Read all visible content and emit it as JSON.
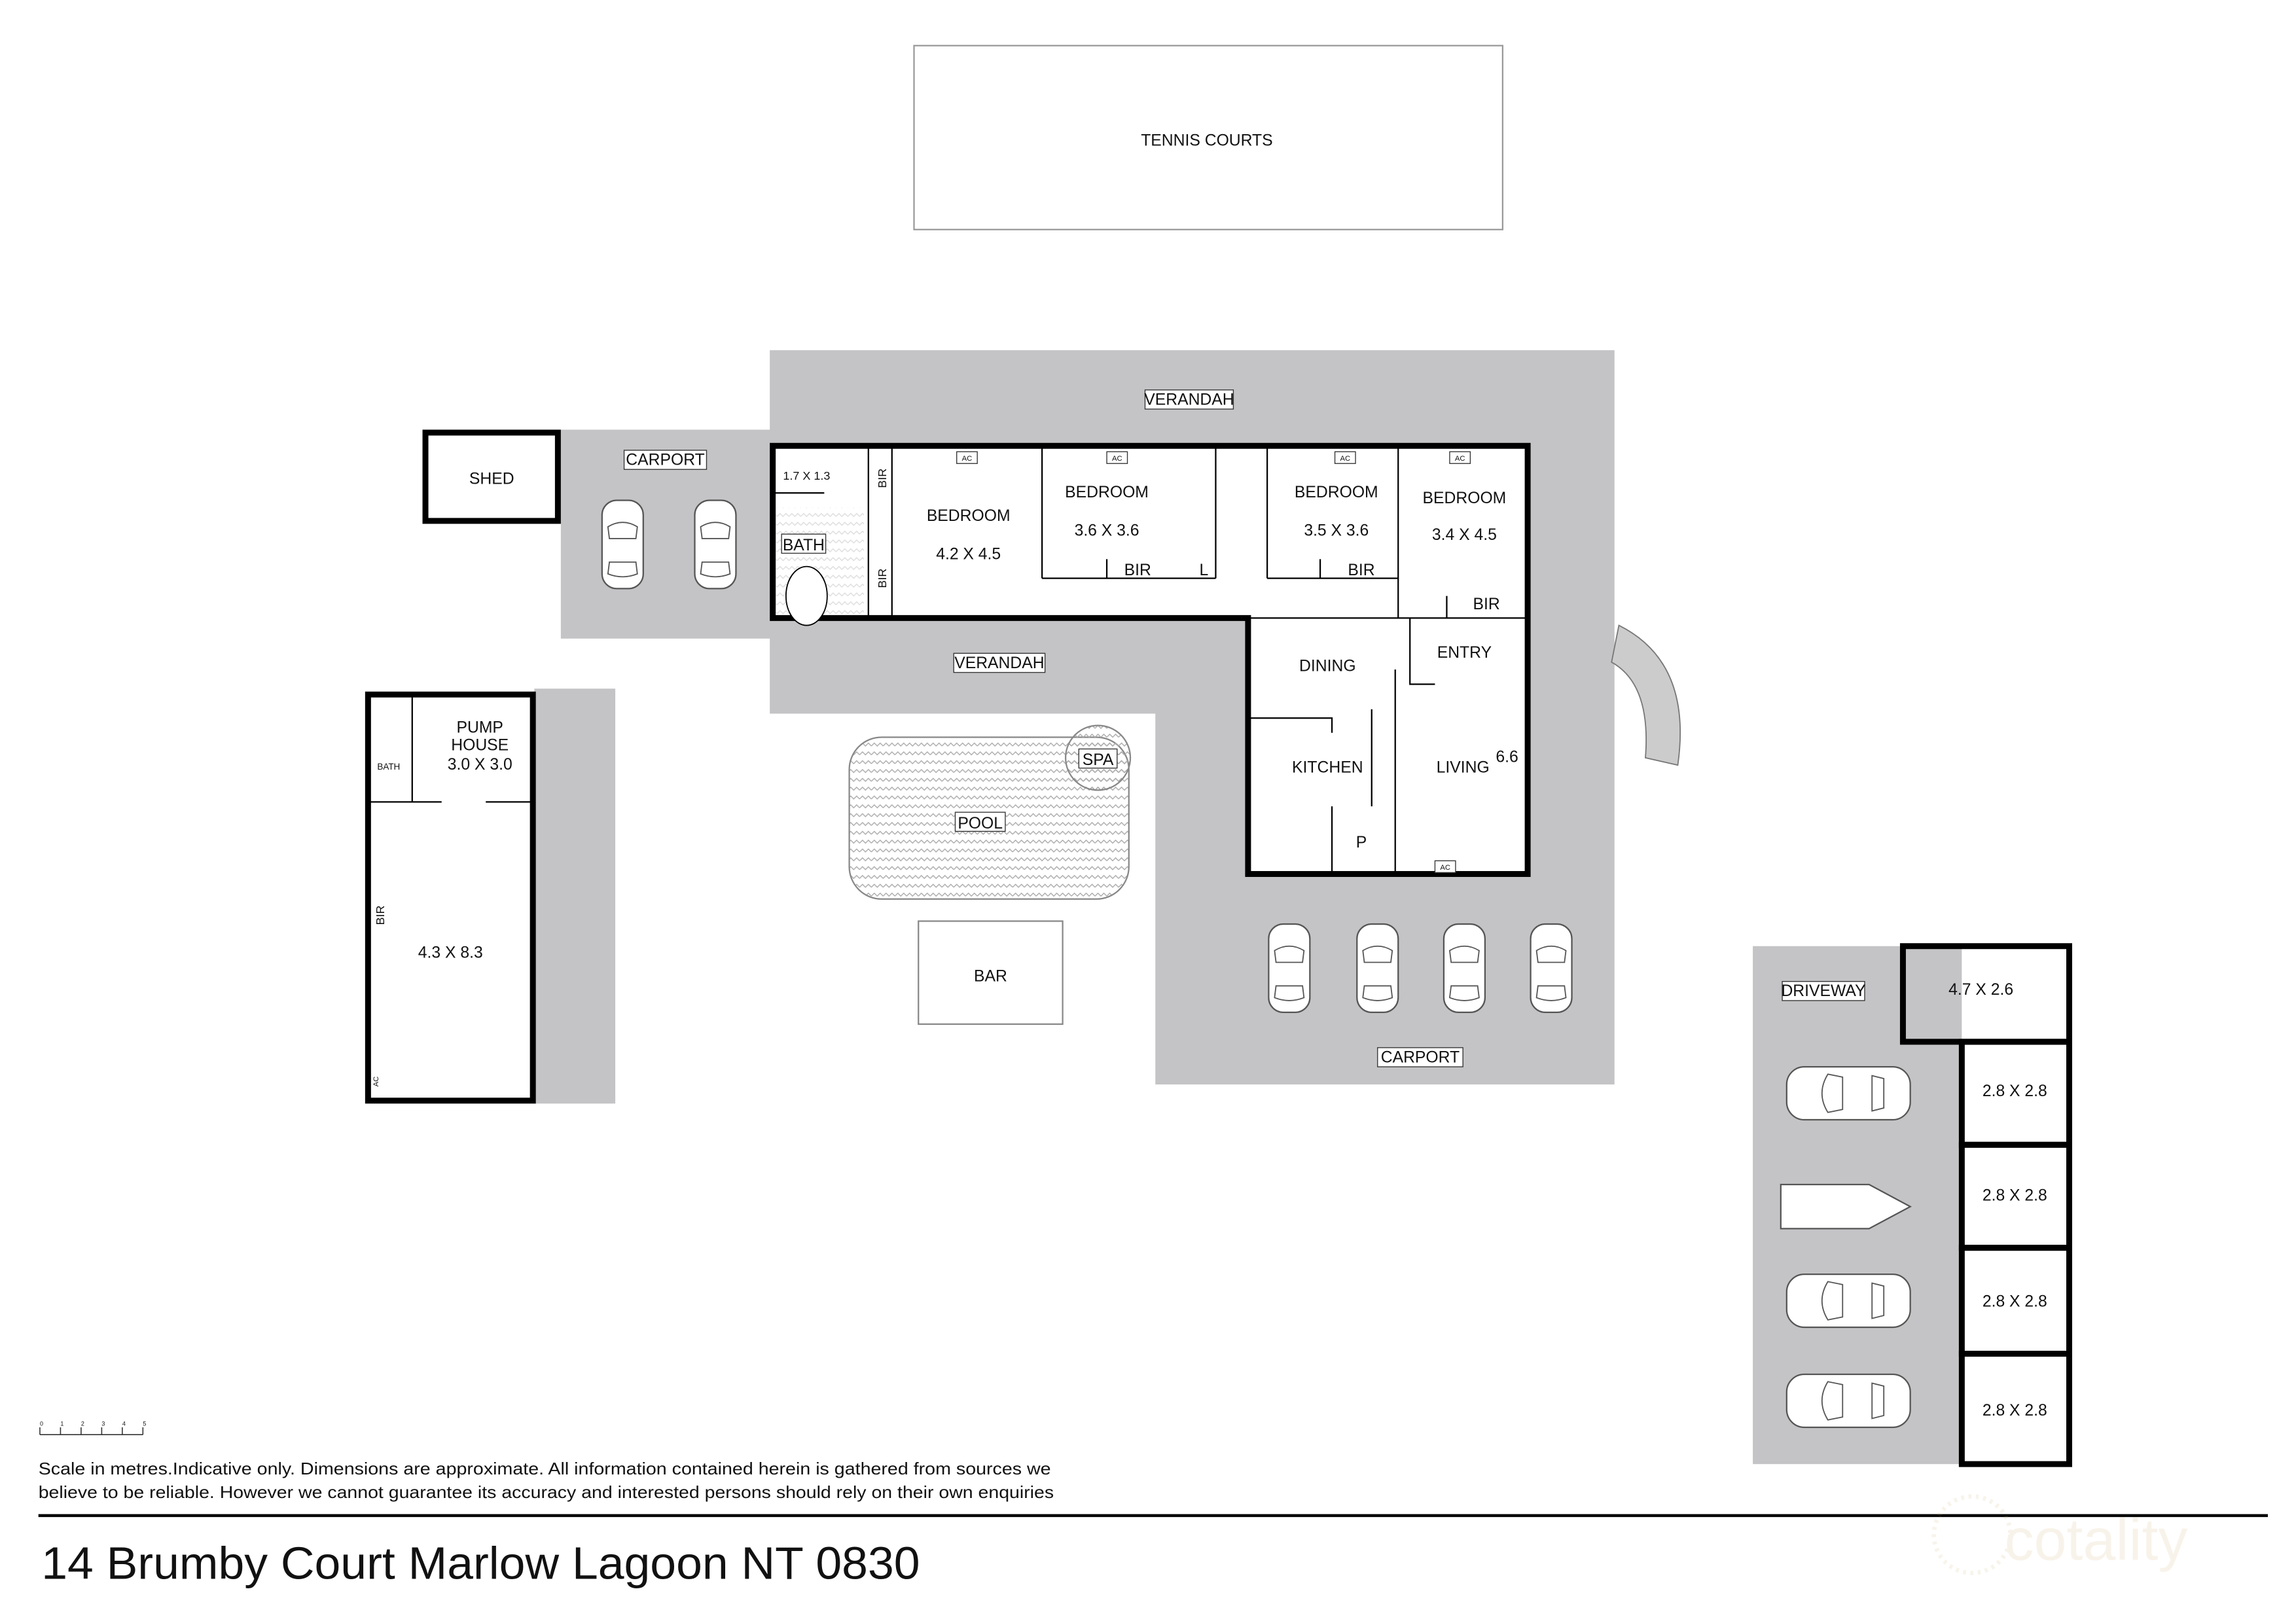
{
  "site": {
    "tennis": "TENNIS COURTS",
    "shed": "SHED",
    "carport_left": "CARPORT",
    "carport_main": "CARPORT",
    "verandah_top": "VERANDAH",
    "verandah_bottom": "VERANDAH",
    "pool": "POOL",
    "spa": "SPA",
    "bar": "BAR",
    "driveway": "DRIVEWAY"
  },
  "house": {
    "ensuite_dim": "1.7 X 1.3",
    "bath": "BATH",
    "bir": "BIR",
    "ac": "AC",
    "bed1": {
      "name": "BEDROOM",
      "dim": "4.2 X 4.5"
    },
    "bed2": {
      "name": "BEDROOM",
      "dim": "3.6 X 3.6"
    },
    "bed3": {
      "name": "BEDROOM",
      "dim": "3.5 X 3.6"
    },
    "bed4": {
      "name": "BEDROOM",
      "dim": "3.4 X 4.5"
    },
    "laundry": "L",
    "dining": "DINING",
    "entry": "ENTRY",
    "kitchen": "KITCHEN",
    "pantry": "P",
    "living": "LIVING",
    "living_dim": "6.6"
  },
  "pumphouse": {
    "name_line1": "PUMP",
    "name_line2": "HOUSE",
    "dim": "3.0 X 3.0",
    "bath": "BATH",
    "bir": "BIR",
    "main_dim": "4.3 X 8.3",
    "ac": "AC"
  },
  "garage": {
    "store_dim": "4.7 X 2.6",
    "bays": [
      "2.8 X 2.8",
      "2.8 X 2.8",
      "2.8 X 2.8",
      "2.8 X 2.8"
    ]
  },
  "footer": {
    "scale_ticks": [
      "0",
      "1",
      "2",
      "3",
      "4",
      "5"
    ],
    "disclaimer_line1": "Scale in metres.Indicative only. Dimensions are approximate. All information contained herein is gathered from sources we",
    "disclaimer_line2": "believe to be reliable. However we cannot guarantee its accuracy and interested persons should rely on their own enquiries",
    "address": "14 Brumby Court Marlow Lagoon NT 0830",
    "logo_text": "cotality"
  }
}
